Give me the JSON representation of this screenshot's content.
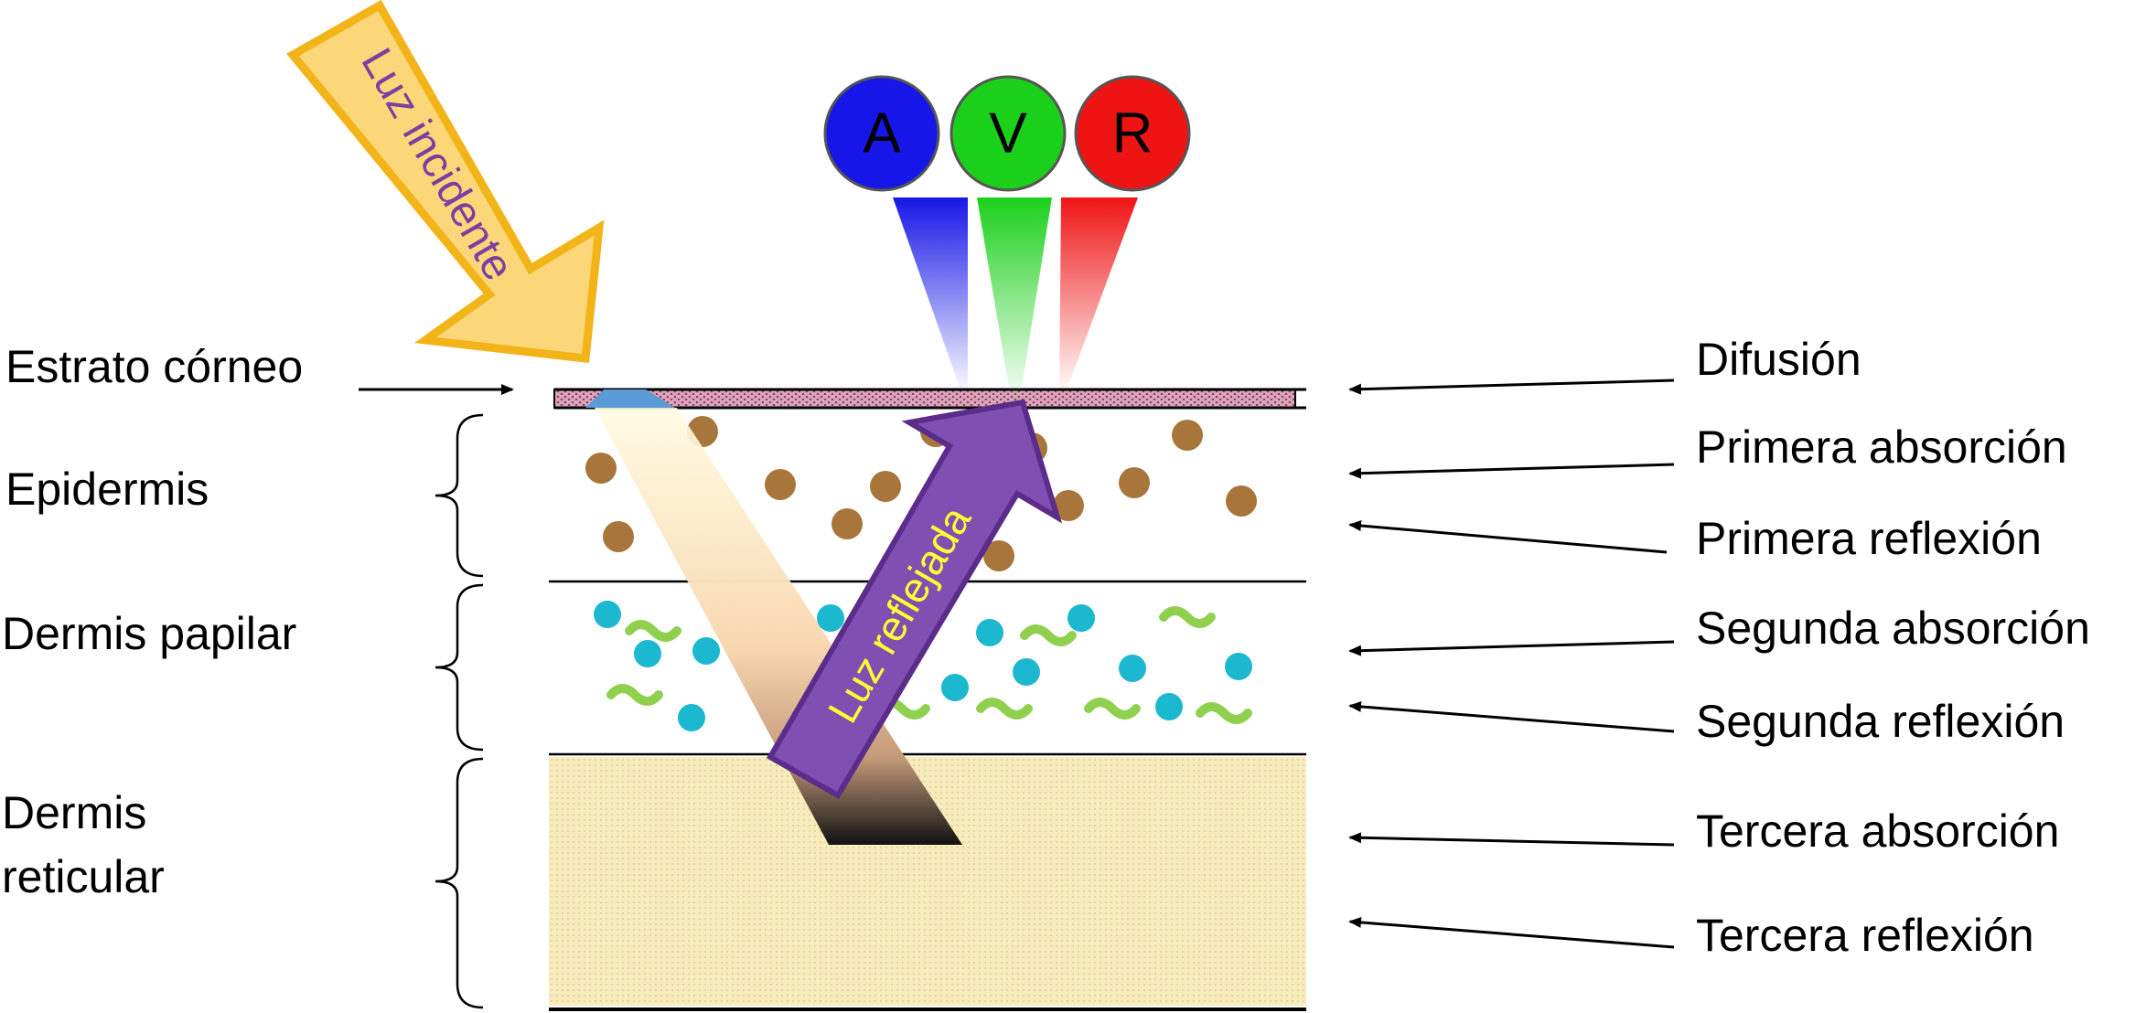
{
  "incident_light": {
    "label": "Luz incidente",
    "color": "#fcd779",
    "border": "#f3b41a",
    "text_color": "#7b3fa0"
  },
  "reflected_light": {
    "label": "Luz reflejada",
    "color": "#7f4fb1",
    "border": "#5b2c8a",
    "text_color": "#ffff33"
  },
  "detectors": [
    {
      "letter": "A",
      "color": "#1616e8"
    },
    {
      "letter": "V",
      "color": "#1bd01b"
    },
    {
      "letter": "R",
      "color": "#ef1414"
    }
  ],
  "left_labels": {
    "stratum_corneum": "Estrato córneo",
    "epidermis": "Epidermis",
    "papillary_dermis": "Dermis papilar",
    "reticular_dermis_line1": "Dermis",
    "reticular_dermis_line2": "reticular"
  },
  "right_labels": {
    "diffusion": "Difusión",
    "first_absorption": "Primera absorción",
    "first_reflection": "Primera reflexión",
    "second_absorption": "Segunda absorción",
    "second_reflection": "Segunda reflexión",
    "third_absorption": "Tercera absorción",
    "third_reflection": "Tercera reflexión"
  },
  "colors": {
    "melanin": "#a8763a",
    "blood_dot": "#1bb8cf",
    "squiggle": "#8fd14f",
    "stratum": "#c98fa6",
    "reticular": "#f7ecbd"
  }
}
